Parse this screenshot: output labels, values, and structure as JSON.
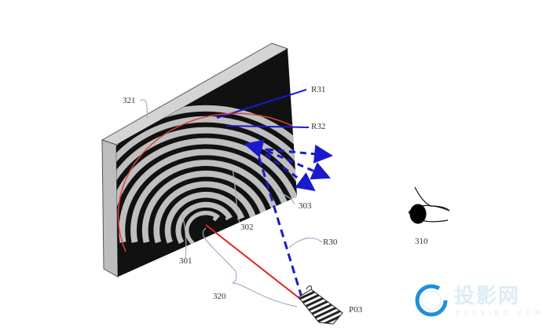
{
  "figure": {
    "labels": {
      "panel": "321",
      "ray_r31": "R31",
      "ray_r32": "R32",
      "ring_303": "303",
      "ring_302": "302",
      "ring_301": "301",
      "ray_r30": "R30",
      "eye": "310",
      "distance": "320",
      "projector": "P03"
    },
    "colors": {
      "incident_ray": "#e02020",
      "reflected_rays": "#1a1acc",
      "leader_lines": "#9fb3c8"
    }
  },
  "watermark": {
    "title": "投影网",
    "subtitle": "TOUYING.COM"
  }
}
